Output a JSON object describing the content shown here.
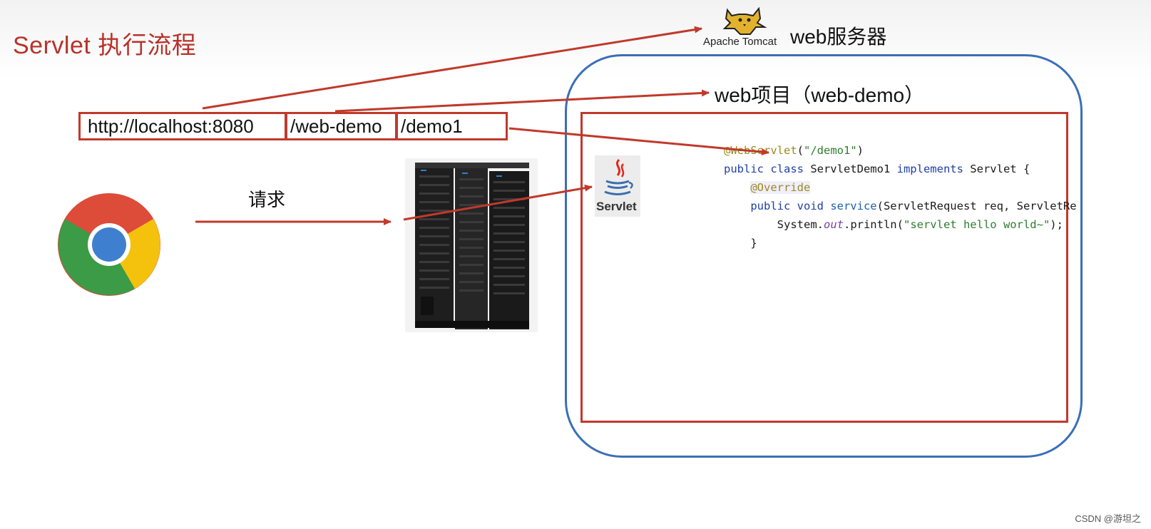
{
  "title": "Servlet 执行流程",
  "url": {
    "segment1": "http://localhost:8080",
    "segment2": "/web-demo",
    "segment3": "/demo1"
  },
  "tomcat": {
    "logo_text": "Apache Tomcat",
    "label": "web服务器"
  },
  "project_label": "web项目（web-demo）",
  "request_label": "请求",
  "servlet_logo_text": "Servlet",
  "code": {
    "line1_annotation": "@WebServlet",
    "line1_open": "(",
    "line1_string": "\"/demo1\"",
    "line1_close": ")",
    "line2_kw1": "public class",
    "line2_name": " ServletDemo1 ",
    "line2_kw2": "implements",
    "line2_rest": " Servlet {",
    "line3_annotation": "@Override",
    "line4_kw": "public void",
    "line4_method": " service",
    "line4_rest": "(ServletRequest req, ServletRe",
    "line5_prefix": "System.",
    "line5_out": "out",
    "line5_call": ".println(",
    "line5_string": "\"servlet hello world~\"",
    "line5_end": ");",
    "line6": "}"
  },
  "watermark": "CSDN @游坦之",
  "colors": {
    "arrow_red": "#c0392b",
    "project_blue": "#3b6fb6",
    "title_red": "#b8322a"
  },
  "icons": [
    "chrome-icon",
    "server-rack-icon",
    "tomcat-cat-icon",
    "java-cup-icon"
  ]
}
